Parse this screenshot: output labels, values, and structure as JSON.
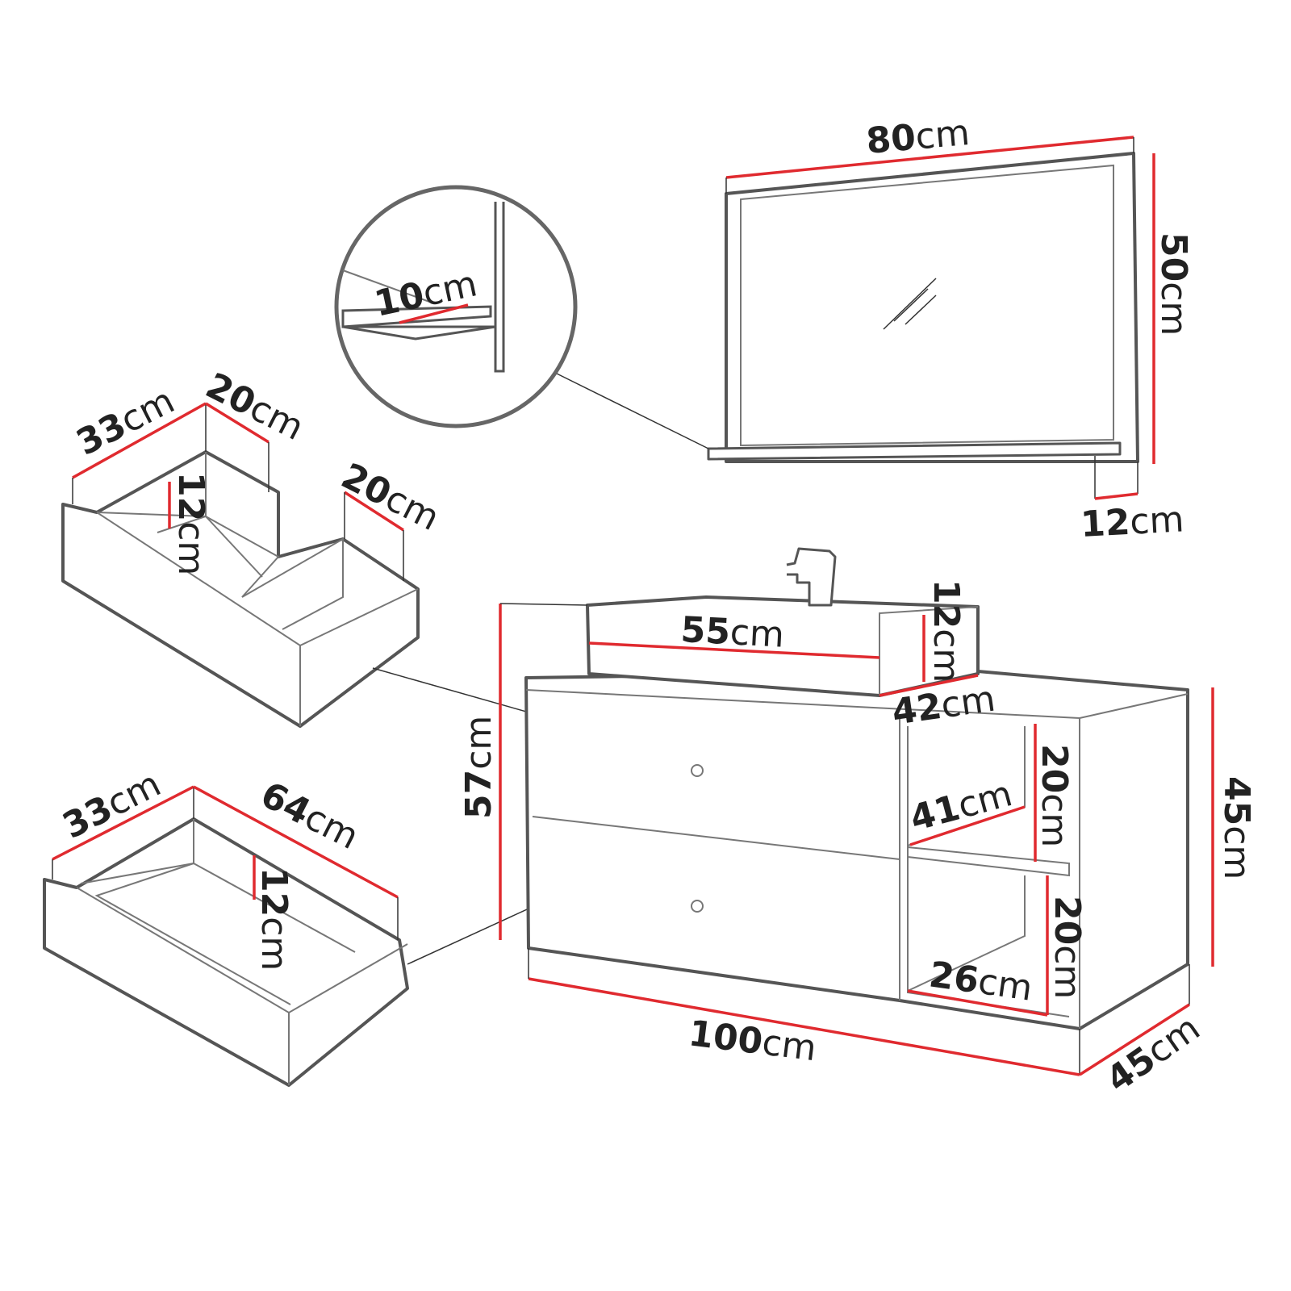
{
  "colors": {
    "dimension_line": "#e02a2f",
    "outline": "#555555"
  },
  "labels": {
    "mirror_width": {
      "value": "80",
      "unit": "cm"
    },
    "mirror_height": {
      "value": "50",
      "unit": "cm"
    },
    "mirror_shelf_depth": {
      "value": "12",
      "unit": "cm"
    },
    "detail_shelf": {
      "value": "10",
      "unit": "cm"
    },
    "organizer_length": {
      "value": "33",
      "unit": "cm"
    },
    "organizer_depth_left": {
      "value": "20",
      "unit": "cm"
    },
    "organizer_height": {
      "value": "12",
      "unit": "cm"
    },
    "organizer_depth_right": {
      "value": "20",
      "unit": "cm"
    },
    "drawer_width": {
      "value": "33",
      "unit": "cm"
    },
    "drawer_depth": {
      "value": "64",
      "unit": "cm"
    },
    "drawer_height": {
      "value": "12",
      "unit": "cm"
    },
    "basin_width": {
      "value": "55",
      "unit": "cm"
    },
    "basin_height": {
      "value": "12",
      "unit": "cm"
    },
    "basin_depth": {
      "value": "42",
      "unit": "cm"
    },
    "cabinet_total_height": {
      "value": "57",
      "unit": "cm"
    },
    "shelf_upper_height": {
      "value": "20",
      "unit": "cm"
    },
    "shelf_depth": {
      "value": "41",
      "unit": "cm"
    },
    "shelf_lower_height": {
      "value": "20",
      "unit": "cm"
    },
    "shelf_width": {
      "value": "26",
      "unit": "cm"
    },
    "cabinet_height": {
      "value": "45",
      "unit": "cm"
    },
    "cabinet_width": {
      "value": "100",
      "unit": "cm"
    },
    "cabinet_depth": {
      "value": "45",
      "unit": "cm"
    }
  }
}
